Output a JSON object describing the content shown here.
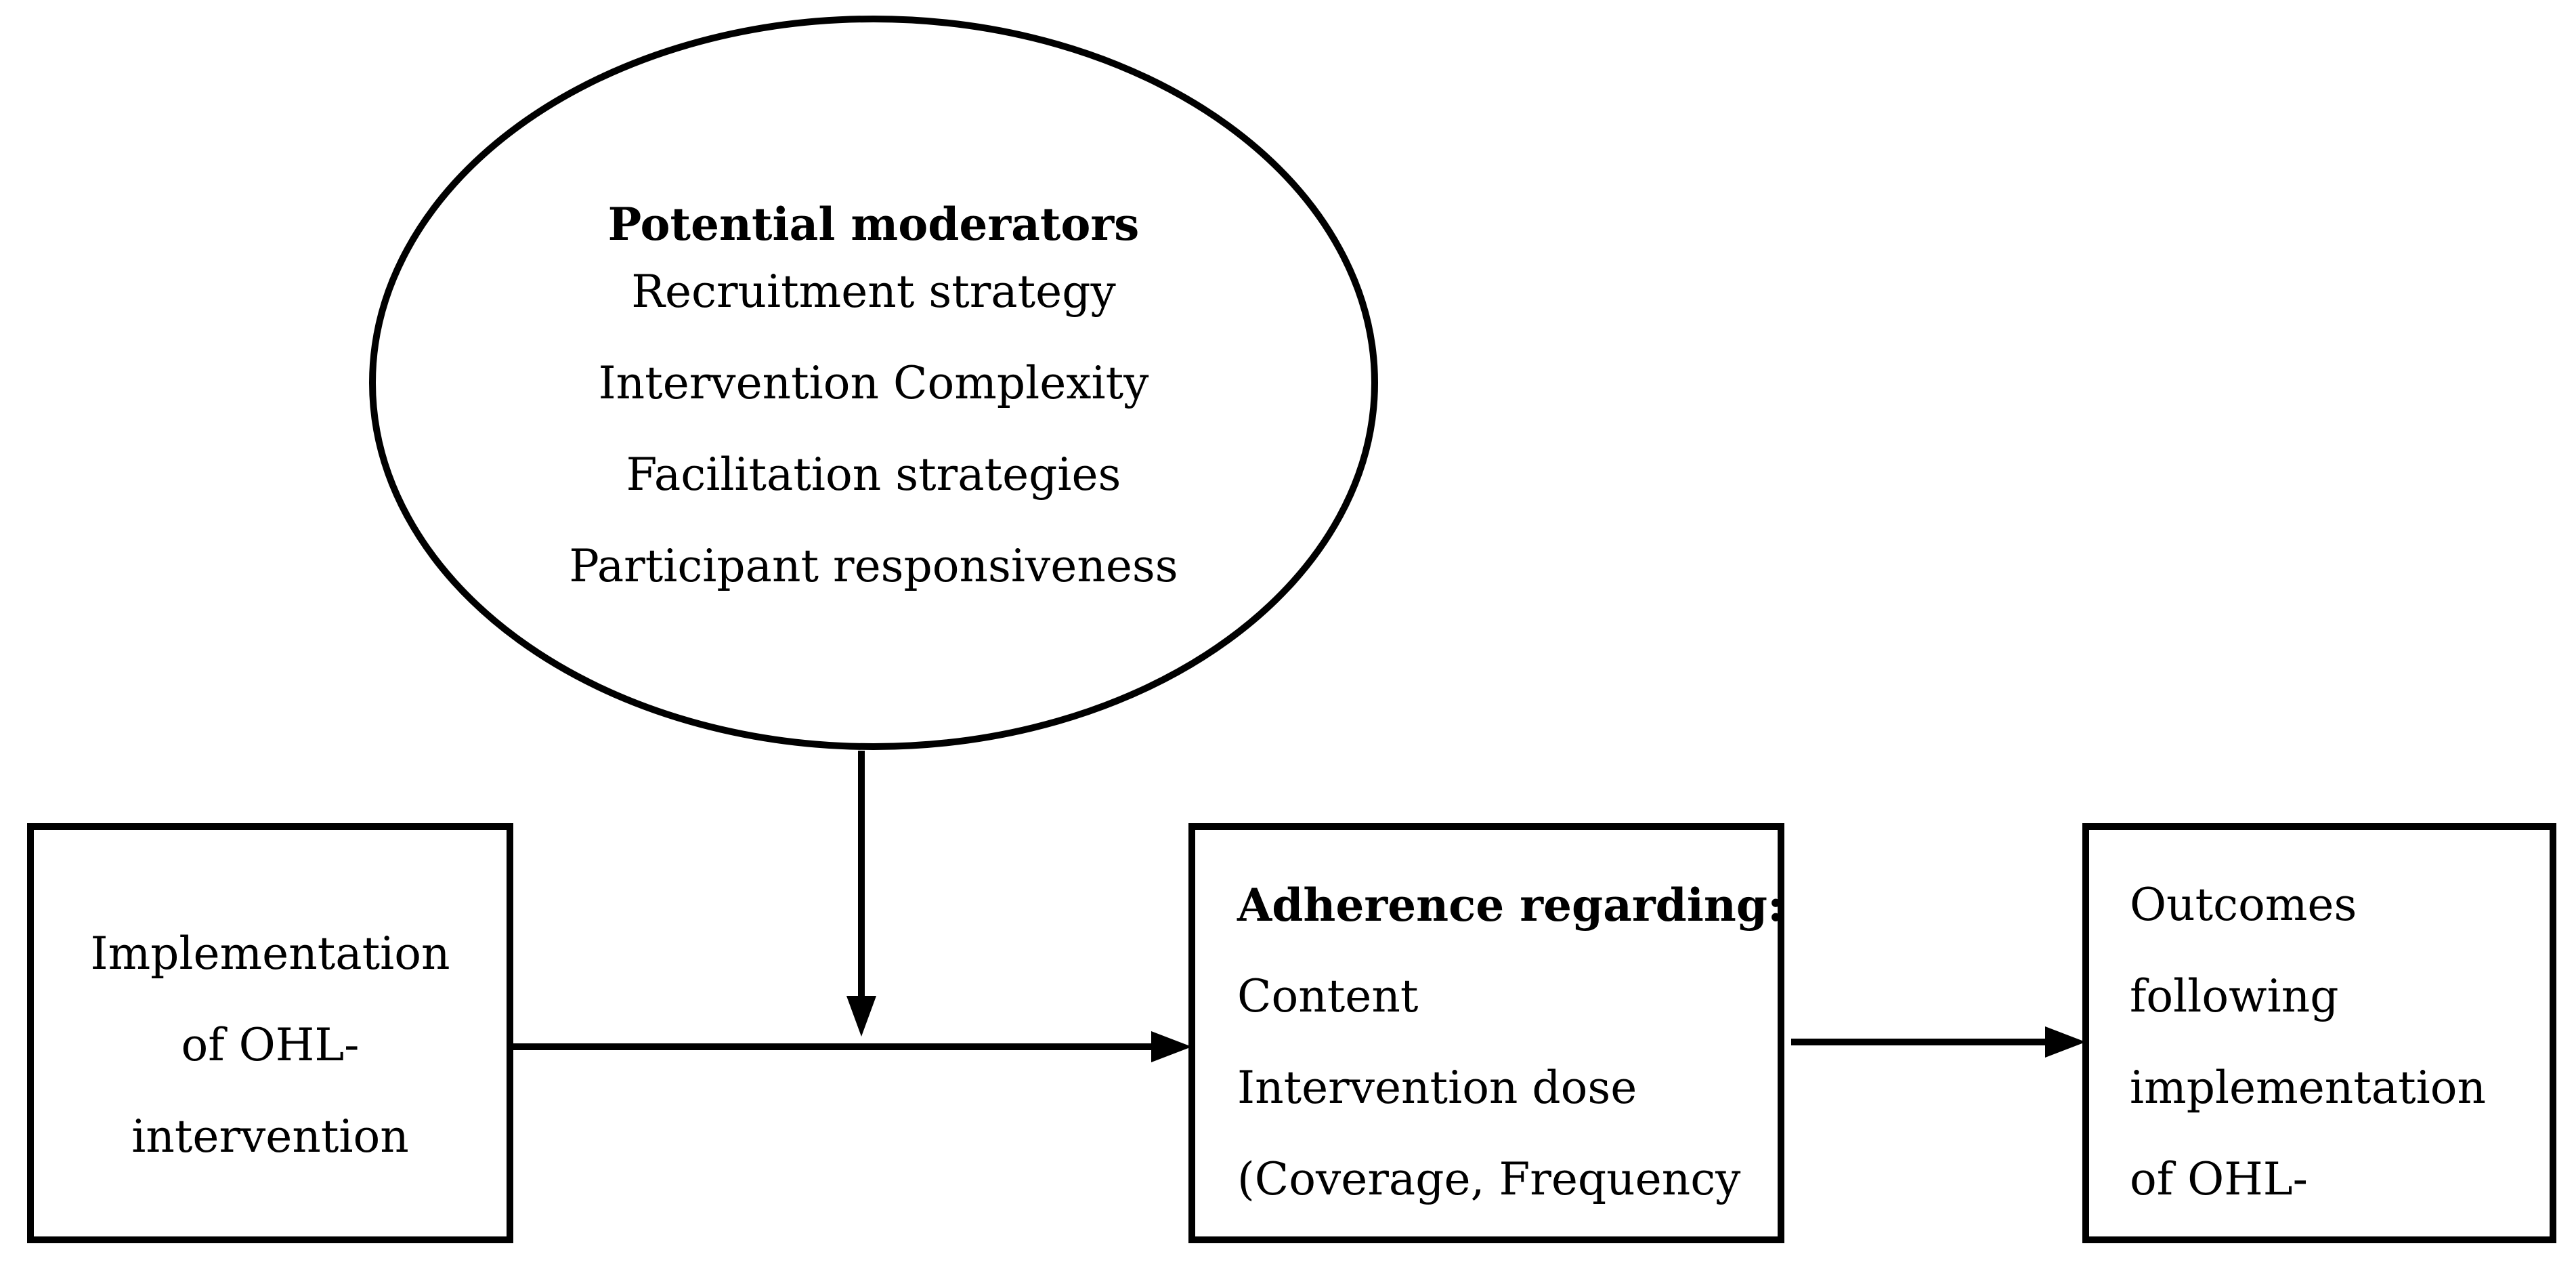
{
  "moderators": {
    "title": "Potential moderators",
    "items": [
      "Recruitment strategy",
      "Intervention Complexity",
      "Facilitation strategies",
      "Participant responsiveness"
    ]
  },
  "implementation_box": {
    "lines": [
      "Implementation",
      "of OHL-",
      "intervention"
    ]
  },
  "adherence_box": {
    "title": "Adherence regarding:",
    "lines": [
      "Content",
      "Intervention dose",
      "(Coverage, Frequency"
    ]
  },
  "outcomes_box": {
    "lines": [
      "Outcomes",
      "following",
      "implementation",
      "of OHL-"
    ]
  }
}
